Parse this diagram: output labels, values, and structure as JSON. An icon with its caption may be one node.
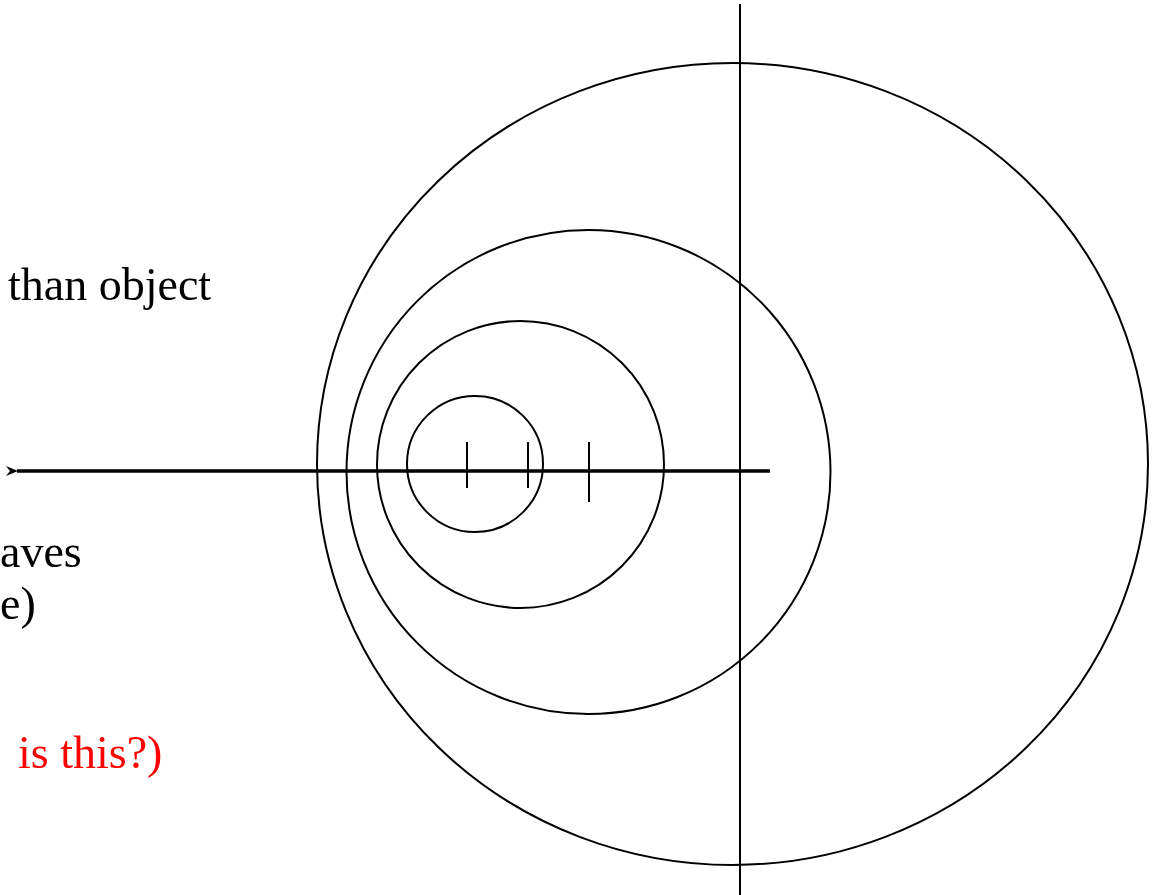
{
  "diagram": {
    "labels": [
      "than object",
      "aves",
      "e)",
      "is this?)"
    ]
  }
}
